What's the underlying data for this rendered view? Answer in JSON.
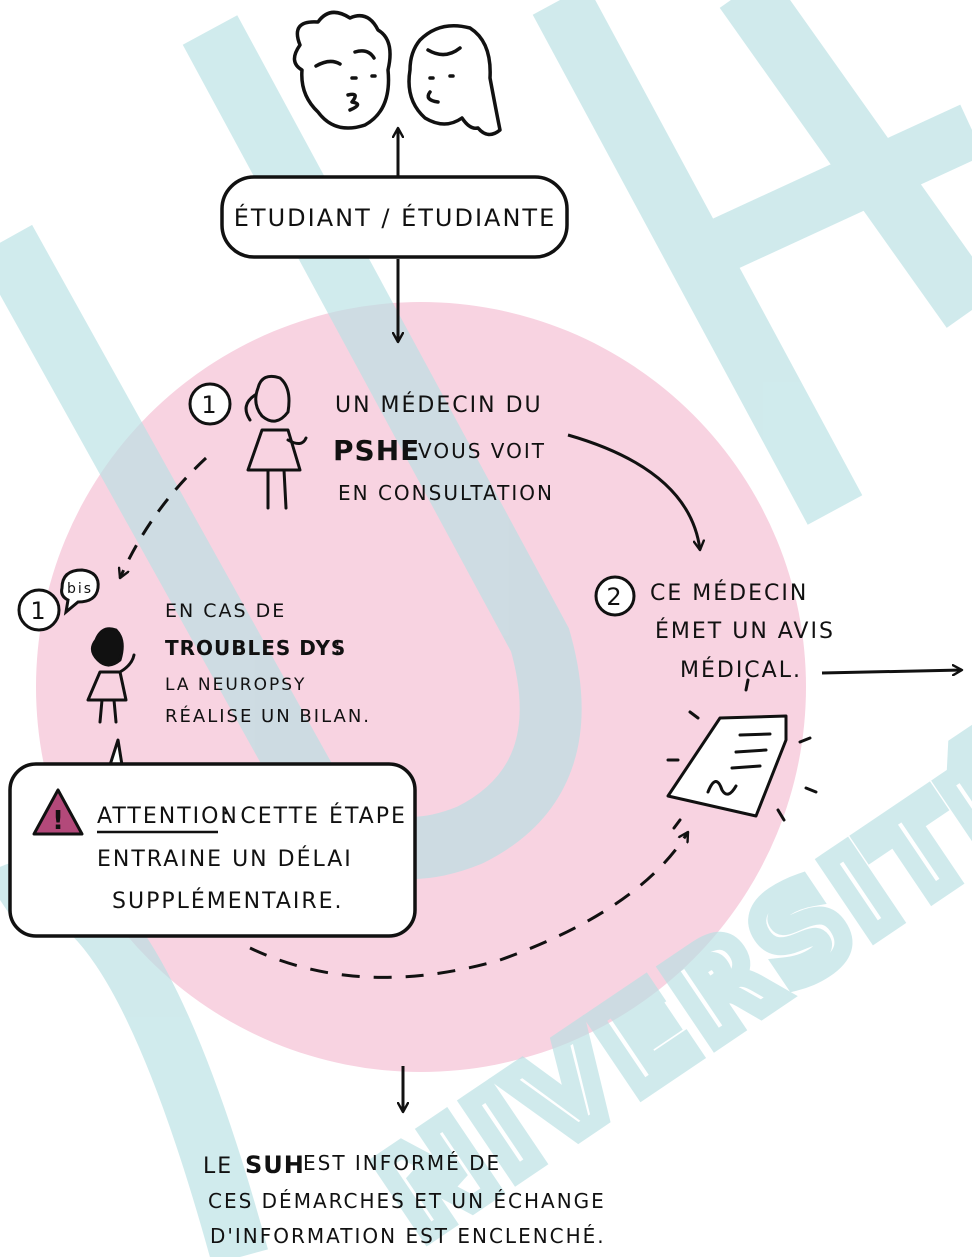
{
  "colors": {
    "circle": "#f8d3e1",
    "watermark": "#b7e0e3",
    "ink": "#111111",
    "warning": "#b3497a"
  },
  "top": {
    "role_label": "ÉTUDIANT / ÉTUDIANTE"
  },
  "step1": {
    "number": "1",
    "line1": "UN MÉDECIN DU",
    "line2_bold": "PSHE",
    "line2_rest": "VOUS VOIT",
    "line3": "EN CONSULTATION"
  },
  "step1bis": {
    "number": "1",
    "tag": "bis",
    "line1": "EN CAS DE",
    "line2_bold": "TROUBLES DYS",
    "line2_rest": ":",
    "line3": "LA NEUROPSY",
    "line4": "RÉALISE UN BILAN."
  },
  "warning": {
    "label_underlined": "ATTENTION",
    "label_rest": ": CETTE ÉTAPE",
    "line2": "ENTRAINE UN DÉLAI",
    "line3": "SUPPLÉMENTAIRE."
  },
  "step2": {
    "number": "2",
    "line1": "CE MÉDECIN",
    "line2": "ÉMET UN AVIS",
    "line3": "MÉDICAL."
  },
  "bottom": {
    "line1_pre": "LE",
    "line1_bold": "SUH",
    "line1_post": "EST INFORMÉ DE",
    "line2": "CES DÉMARCHES ET UN ÉCHANGE",
    "line3": "D'INFORMATION EST ENCLENCHÉ."
  }
}
